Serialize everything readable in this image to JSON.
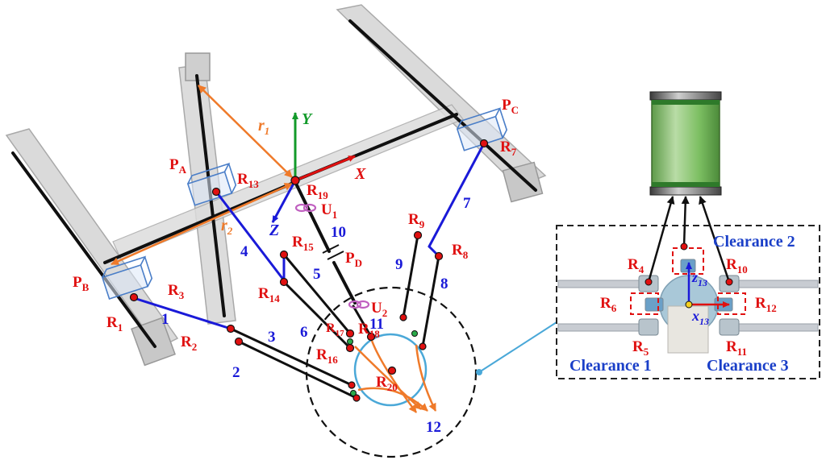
{
  "points": [
    {
      "id": "R1",
      "sub": "1"
    },
    {
      "id": "R2",
      "sub": "2"
    },
    {
      "id": "R3",
      "sub": "3"
    },
    {
      "id": "R4",
      "sub": "4"
    },
    {
      "id": "R5",
      "sub": "5"
    },
    {
      "id": "R6",
      "sub": "6"
    },
    {
      "id": "R7",
      "sub": "7"
    },
    {
      "id": "R8",
      "sub": "8"
    },
    {
      "id": "R9",
      "sub": "9"
    },
    {
      "id": "R10",
      "sub": "10"
    },
    {
      "id": "R11",
      "sub": "11"
    },
    {
      "id": "R12",
      "sub": "12"
    },
    {
      "id": "R13",
      "sub": "13"
    },
    {
      "id": "R14",
      "sub": "14"
    },
    {
      "id": "R15",
      "sub": "15"
    },
    {
      "id": "R16",
      "sub": "16"
    },
    {
      "id": "R17",
      "sub": "17"
    },
    {
      "id": "R18",
      "sub": "18"
    },
    {
      "id": "R19",
      "sub": "19"
    },
    {
      "id": "R20",
      "sub": "20"
    }
  ],
  "labels": {
    "r_base": "R",
    "p_base": "P",
    "u_base": "U",
    "pa_sub": "A",
    "pb_sub": "B",
    "pc_sub": "C",
    "pd_sub": "D",
    "u1_sub": "1",
    "u2_sub": "2",
    "axis_x": "X",
    "axis_y": "Y",
    "axis_z": "Z",
    "r1_base": "r",
    "r1_sub": "1",
    "r2_sub": "2",
    "z13_base": "z",
    "z13_sub": "13",
    "x13_base": "x",
    "x13_sub": "13",
    "clearance_1": "Clearance 1",
    "clearance_2": "Clearance 2",
    "clearance_3": "Clearance 3"
  },
  "link_numbers": [
    "1",
    "2",
    "3",
    "4",
    "5",
    "6",
    "7",
    "8",
    "9",
    "10",
    "11",
    "12"
  ],
  "colors": {
    "rail_fill": "#d4d4d4",
    "rail_edge": "#9a9a9a",
    "black_line": "#101010",
    "blue_link": "#1a1ad8",
    "red_joint": "#e01010",
    "orange": "#ef7a2a",
    "green_axis": "#129a2a",
    "cyan": "#4aa8d8",
    "slider_box": "#4a7ec8",
    "clearance_box": "#e01010",
    "cylinder": "#7cbf62",
    "zoom_border": "#222222"
  }
}
